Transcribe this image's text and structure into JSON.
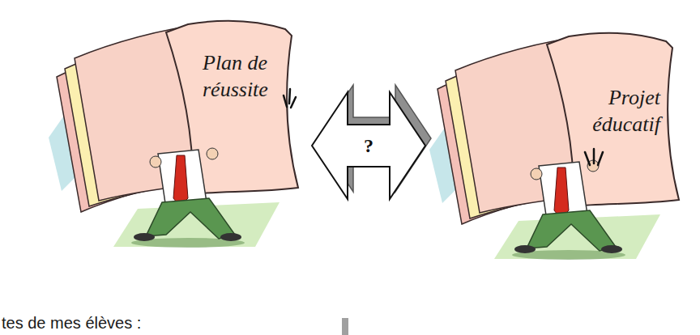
{
  "diagram": {
    "nodes": [
      {
        "text": [
          "Plan de réussite"
        ]
      },
      {
        "text": [
          "Projet éducatif"
        ]
      }
    ],
    "edges": [
      {
        "from": 0,
        "to": 1,
        "label": "?",
        "arrow": "both"
      }
    ],
    "labels": [
      "tes de mes élèves :"
    ]
  }
}
